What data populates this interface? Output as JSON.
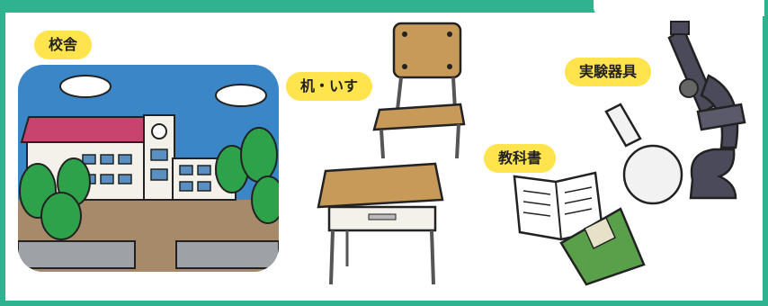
{
  "labels": {
    "school_building": "校舎",
    "desk_chair": "机・いす",
    "textbook": "教科書",
    "lab_equipment": "実験器具"
  },
  "icons": {
    "school_building": "school-building-illustration",
    "desk_chair": "desk-and-chair-illustration",
    "textbook": "textbook-illustration",
    "lab_equipment": "microscope-and-flask-illustration"
  },
  "colors": {
    "frame": "#2fb38f",
    "label_bg": "#ffe44d",
    "sky": "#3b86c7",
    "roof": "#c8446e",
    "tree": "#2ea24a",
    "ground": "#a68a6a",
    "desk_wood": "#c89a5a",
    "book_green": "#5aa04a",
    "microscope": "#4a4a5a"
  }
}
